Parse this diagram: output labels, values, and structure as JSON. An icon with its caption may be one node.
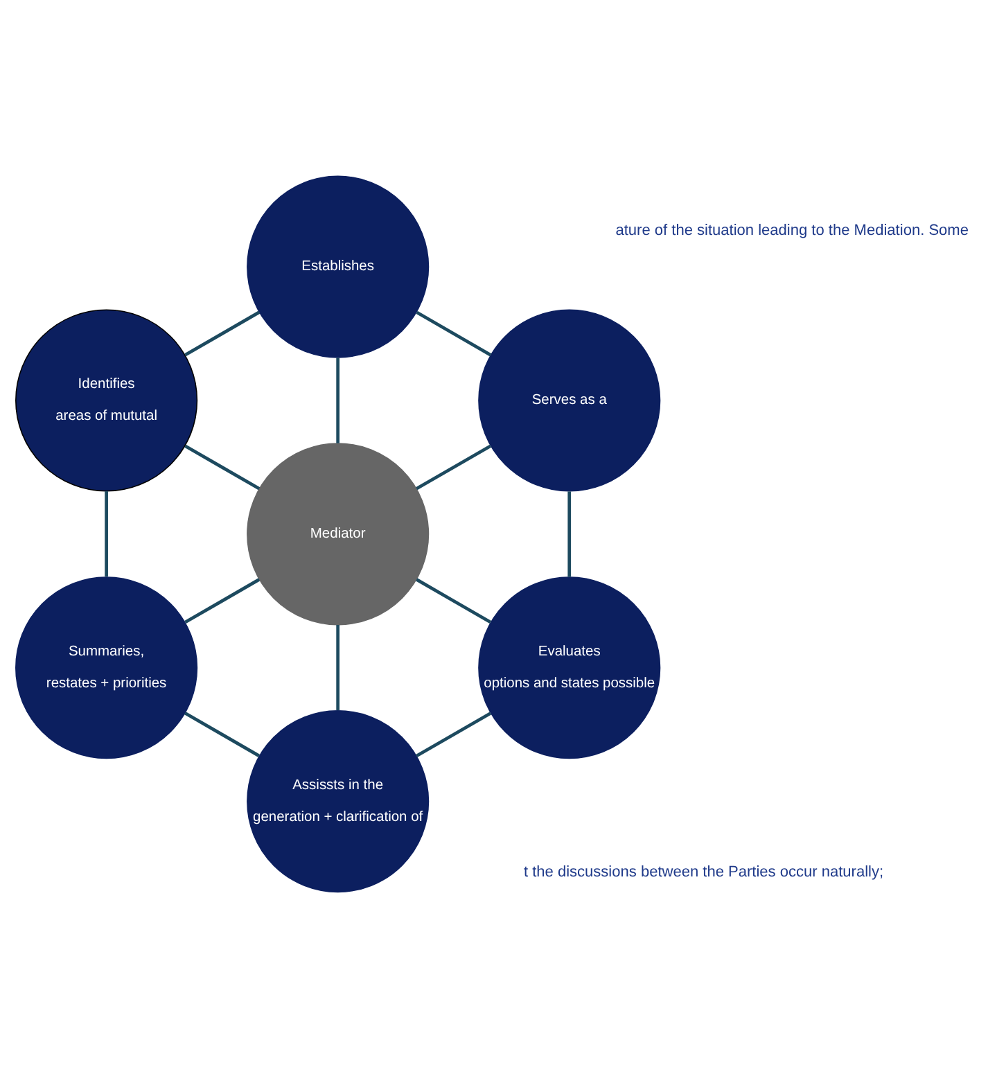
{
  "diagram": {
    "nodes": [
      {
        "text": [
          "Mediator"
        ]
      },
      {
        "text": [
          "Serves as a"
        ]
      },
      {
        "text": [
          "Establishes"
        ]
      },
      {
        "text": [
          "Identifies",
          "areas of mututal"
        ]
      },
      {
        "text": [
          "Summaries,",
          "restates + priorities"
        ]
      },
      {
        "text": [
          "Assissts in the",
          "generation + clarification of"
        ]
      },
      {
        "text": [
          "Evaluates",
          "options and states possible"
        ]
      }
    ],
    "edges": [
      {
        "from": 0,
        "to": 1,
        "arrow": "none"
      },
      {
        "from": 0,
        "to": 2,
        "arrow": "none"
      },
      {
        "from": 0,
        "to": 3,
        "arrow": "none"
      },
      {
        "from": 0,
        "to": 4,
        "arrow": "none"
      },
      {
        "from": 0,
        "to": 5,
        "arrow": "none"
      },
      {
        "from": 0,
        "to": 6,
        "arrow": "none"
      },
      {
        "from": 1,
        "to": 2,
        "arrow": "none"
      },
      {
        "from": 2,
        "to": 3,
        "arrow": "none"
      },
      {
        "from": 3,
        "to": 4,
        "arrow": "none"
      },
      {
        "from": 4,
        "to": 5,
        "arrow": "none"
      },
      {
        "from": 5,
        "to": 6,
        "arrow": "none"
      },
      {
        "from": 6,
        "to": 1,
        "arrow": "none"
      }
    ],
    "labels": [
      "ature of the situation leading to the Mediation. Some",
      "t the discussions between the Parties occur naturally;"
    ]
  }
}
